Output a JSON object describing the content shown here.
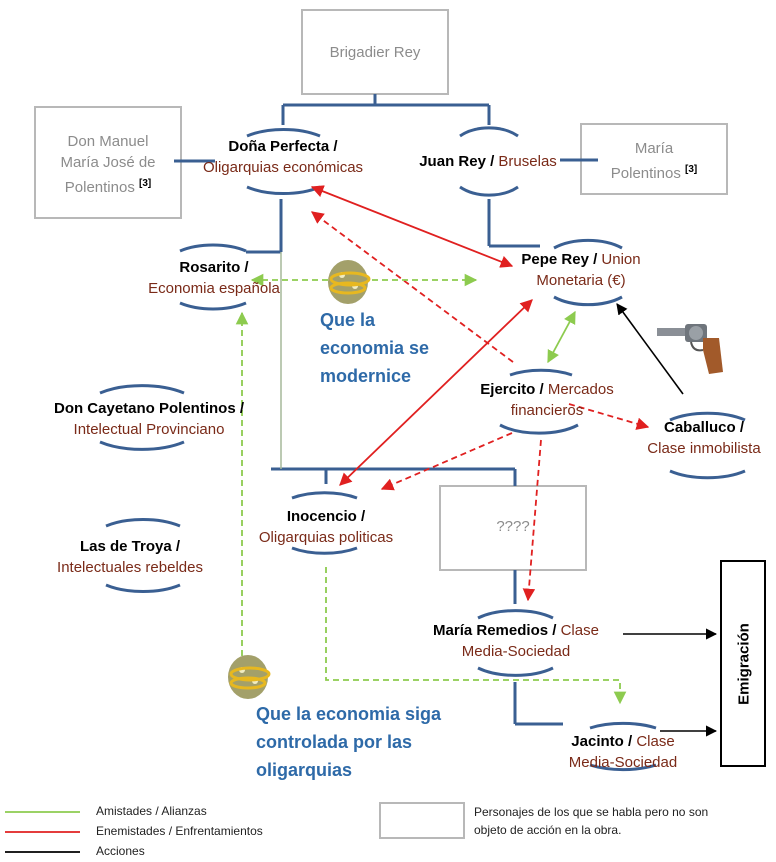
{
  "colors": {
    "structure": "#3a5f92",
    "alliance": "#8dcb4f",
    "enmity": "#e02020",
    "action": "#000000",
    "role_text": "#7a2a18",
    "note_text": "#2e6aa8",
    "box_border": "#b8b8b8"
  },
  "boxes": {
    "brigadier": "Brigadier Rey",
    "don_manuel": [
      "Don Manuel",
      "María José de",
      "Polentinos"
    ],
    "maria_polentinos": [
      "María",
      "Polentinos"
    ],
    "unknown": "????",
    "footnote": "[3]"
  },
  "characters": {
    "perfecta": {
      "name": "Doña Perfecta /",
      "role": "Oligarquias económicas"
    },
    "juan_rey": {
      "name": "Juan Rey /",
      "role": "Bruselas"
    },
    "rosarito": {
      "name": "Rosarito /",
      "role": "Economia española"
    },
    "pepe_rey": {
      "name": "Pepe Rey /",
      "role_a": "Union",
      "role_b": "Monetaria (€)"
    },
    "ejercito": {
      "name": "Ejercito /",
      "role_a": "Mercados",
      "role_b": "financieros"
    },
    "cayetano": {
      "name": "Don Cayetano Polentinos /",
      "role": "Intelectual Provinciano"
    },
    "caballuco": {
      "name": "Caballuco /",
      "role": "Clase inmobilista"
    },
    "inocencio": {
      "name": "Inocencio /",
      "role": "Oligarquias politicas"
    },
    "troya": {
      "name": "Las de Troya /",
      "role": "Intelectuales rebeldes"
    },
    "remedios": {
      "name": "María Remedios /",
      "role_a": "Clase",
      "role_b": "Media-Sociedad"
    },
    "jacinto": {
      "name": "Jacinto /",
      "role_a": "Clase",
      "role_b": "Media-Sociedad"
    }
  },
  "notes": {
    "modernice": [
      "Que la",
      "economia se",
      "modernice"
    ],
    "oligarquias": [
      "Que la economia siga",
      "controlada por las",
      "oligarquias"
    ]
  },
  "emigracion": "Emigración",
  "legend": {
    "alliance": "Amistades / Alianzas",
    "enmity": "Enemistades / Enfrentamientos",
    "action": "Acciones",
    "box_desc": [
      "Personajes de los que se habla pero no son",
      "objeto de acción en la obra."
    ]
  },
  "icons": [
    "money-bag-icon",
    "money-bag-icon",
    "revolver-icon"
  ]
}
